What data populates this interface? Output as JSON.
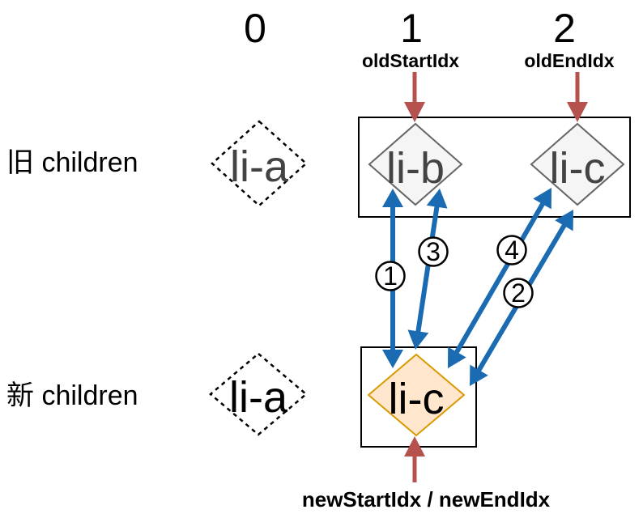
{
  "columns": [
    "0",
    "1",
    "2"
  ],
  "pointers": {
    "old_start_label": "oldStartIdx",
    "old_end_label": "oldEndIdx",
    "new_label": "newStartIdx / newEndIdx"
  },
  "old_row": {
    "label": "旧 children",
    "nodes": [
      {
        "name": "li-a",
        "style": "dashed-placeholder"
      },
      {
        "name": "li-b",
        "style": "solid-gray"
      },
      {
        "name": "li-c",
        "style": "solid-gray"
      }
    ]
  },
  "new_row": {
    "label": "新 children",
    "nodes": [
      {
        "name": "li-a",
        "style": "dashed-placeholder"
      },
      {
        "name": "li-c",
        "style": "highlighted-orange"
      }
    ]
  },
  "comparison_steps": [
    "1",
    "2",
    "3",
    "4"
  ],
  "colors": {
    "arrow_blue": "#1b6bb2",
    "arrow_red": "#b5524e",
    "node_fill_gray": "#f5f5f5",
    "node_stroke_gray": "#666666",
    "node_fill_orange": "#ffe6cc",
    "node_stroke_orange": "#d79b00",
    "node_text_gray": "#434343",
    "box_stroke": "#000000",
    "text_black": "#000000",
    "background": "#ffffff"
  }
}
